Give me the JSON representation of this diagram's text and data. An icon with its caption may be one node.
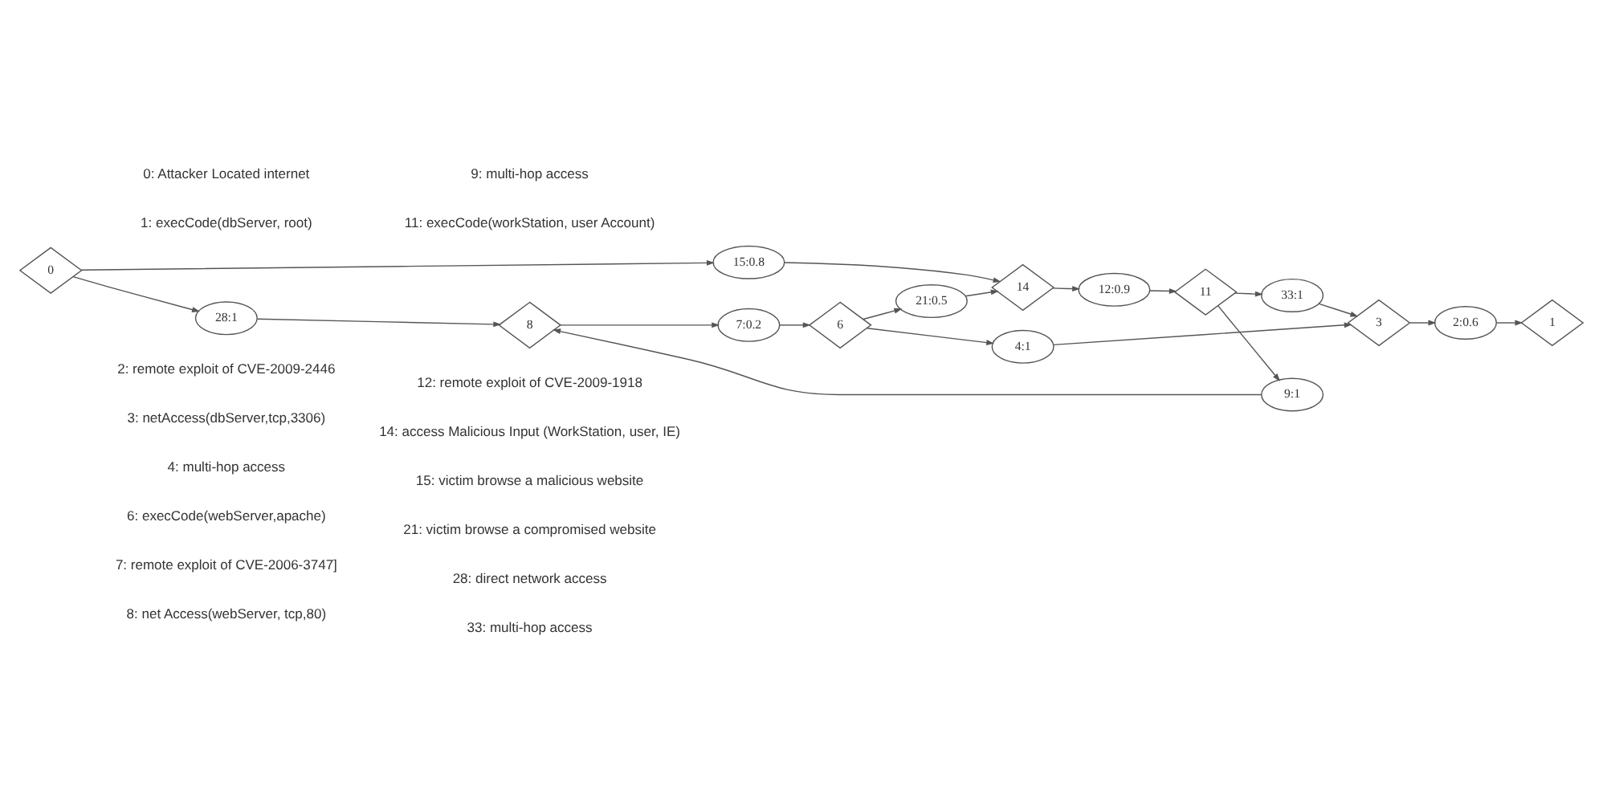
{
  "diagram": {
    "nodes": [
      {
        "text": [
          "0"
        ]
      },
      {
        "text": [
          "28:1"
        ]
      },
      {
        "text": [
          "15:0.8"
        ]
      },
      {
        "text": [
          "14"
        ]
      },
      {
        "text": [
          "21:0.5"
        ]
      },
      {
        "text": [
          "12:0.9"
        ]
      },
      {
        "text": [
          "11"
        ]
      },
      {
        "text": [
          "9:1"
        ]
      },
      {
        "text": [
          "8"
        ]
      },
      {
        "text": [
          "7:0.2"
        ]
      },
      {
        "text": [
          "6"
        ]
      },
      {
        "text": [
          "4:1"
        ]
      },
      {
        "text": [
          "3"
        ]
      },
      {
        "text": [
          "2:0.6"
        ]
      },
      {
        "text": [
          "1"
        ]
      },
      {
        "text": [
          "33:1"
        ]
      }
    ],
    "edges": [
      {
        "from": 0,
        "to": 1,
        "arrow": "to"
      },
      {
        "from": 0,
        "to": 2,
        "arrow": "to"
      },
      {
        "from": 1,
        "to": 8,
        "arrow": "to"
      },
      {
        "from": 2,
        "to": 3,
        "arrow": "to"
      },
      {
        "from": 4,
        "to": 3,
        "arrow": "to"
      },
      {
        "from": 3,
        "to": 5,
        "arrow": "to"
      },
      {
        "from": 5,
        "to": 6,
        "arrow": "to"
      },
      {
        "from": 6,
        "to": 7,
        "arrow": "to"
      },
      {
        "from": 6,
        "to": 15,
        "arrow": "to"
      },
      {
        "from": 7,
        "to": 8,
        "arrow": "to"
      },
      {
        "from": 8,
        "to": 9,
        "arrow": "to"
      },
      {
        "from": 9,
        "to": 10,
        "arrow": "to"
      },
      {
        "from": 10,
        "to": 4,
        "arrow": "to"
      },
      {
        "from": 10,
        "to": 11,
        "arrow": "to"
      },
      {
        "from": 11,
        "to": 12,
        "arrow": "to"
      },
      {
        "from": 15,
        "to": 12,
        "arrow": "to"
      },
      {
        "from": 12,
        "to": 13,
        "arrow": "to"
      },
      {
        "from": 13,
        "to": 14,
        "arrow": "to"
      }
    ],
    "labels": [
      "0: Attacker Located internet",
      "1: execCode(dbServer, root)",
      "2: remote exploit of CVE-2009-2446",
      "3: netAccess(dbServer,tcp,3306)",
      "4: multi-hop access",
      "6: execCode(webServer,apache)",
      "7: remote exploit of CVE-2006-3747]",
      "8: net Access(webServer, tcp,80)",
      "9: multi-hop access",
      "11: execCode(workStation, user Account)",
      "12: remote exploit of CVE-2009-1918",
      "14: access Malicious Input (WorkStation, user, IE)",
      "15: victim browse a malicious website",
      "21: victim browse a compromised website",
      "28: direct network access",
      "33: multi-hop access"
    ]
  }
}
